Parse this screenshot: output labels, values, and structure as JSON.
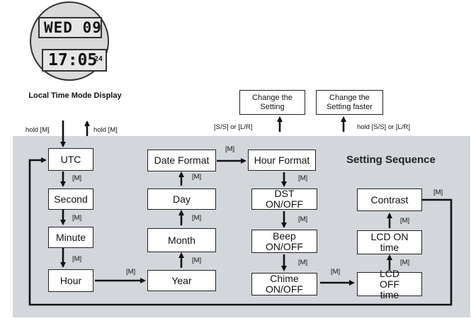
{
  "watch": {
    "top_line": "WED 09",
    "bottom_line": "17:05",
    "seconds": "24",
    "caption": "Local Time Mode Display"
  },
  "mode_labels": {
    "hold_m_left": "hold [M]",
    "hold_m_right": "hold [M]"
  },
  "panel_title": "Setting Sequence",
  "column1": [
    "UTC",
    "Second",
    "Minute",
    "Hour"
  ],
  "column2": [
    "Date Format",
    "Day",
    "Month",
    "Year"
  ],
  "column3": [
    "Hour Format",
    "DST ON/OFF",
    "Beep ON/OFF",
    "Chime ON/OFF"
  ],
  "column4": [
    "Contrast",
    "LCD ON time",
    "LCD OFF time"
  ],
  "top_boxes": {
    "change_setting": "Change the Setting",
    "change_faster": "Change the Setting faster"
  },
  "button_labels": {
    "ss_or_lr": "[S/S] or [L/R]",
    "hold_ss_or_lr": "hold [S/S] or [L/R]",
    "m": "[M]"
  }
}
